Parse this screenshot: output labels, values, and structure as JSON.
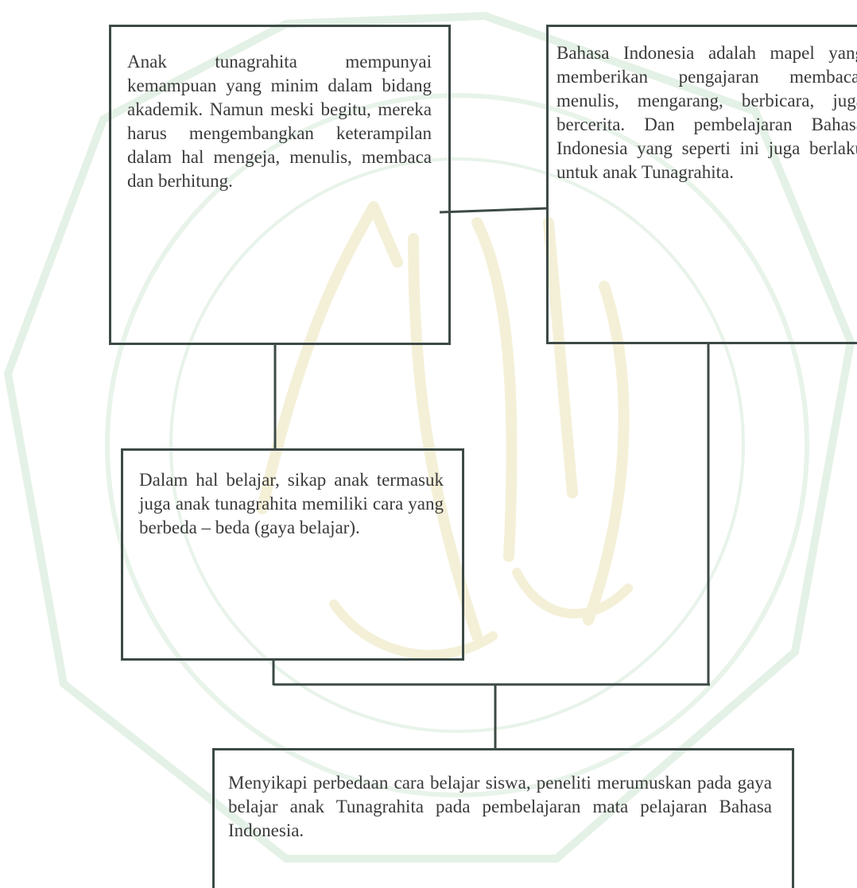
{
  "diagram": {
    "boxes": {
      "a": {
        "text": "Anak tunagrahita mempunyai kemampuan yang minim dalam bidang akademik. Namun meski begitu, mereka harus mengembangkan keterampilan dalam hal mengeja, menulis, membaca dan berhitung."
      },
      "b": {
        "text": "Bahasa Indonesia adalah mapel yang memberikan pengajaran membaca, menulis, mengarang, berbicara, juga bercerita. Dan pembelajaran Bahasa Indonesia yang seperti ini juga berlaku untuk anak Tunagrahita."
      },
      "c": {
        "text": "Dalam hal belajar, sikap anak termasuk juga anak tunagrahita memiliki cara yang berbeda – beda (gaya belajar)."
      },
      "d": {
        "text": "Menyikapi perbedaan cara belajar siswa, peneliti merumuskan pada gaya belajar anak Tunagrahita pada pembelajaran mata pelajaran Bahasa Indonesia."
      }
    },
    "colors": {
      "line": "#3d4a47",
      "text": "#3a3a3a",
      "watermark": "#dcefe0"
    }
  }
}
